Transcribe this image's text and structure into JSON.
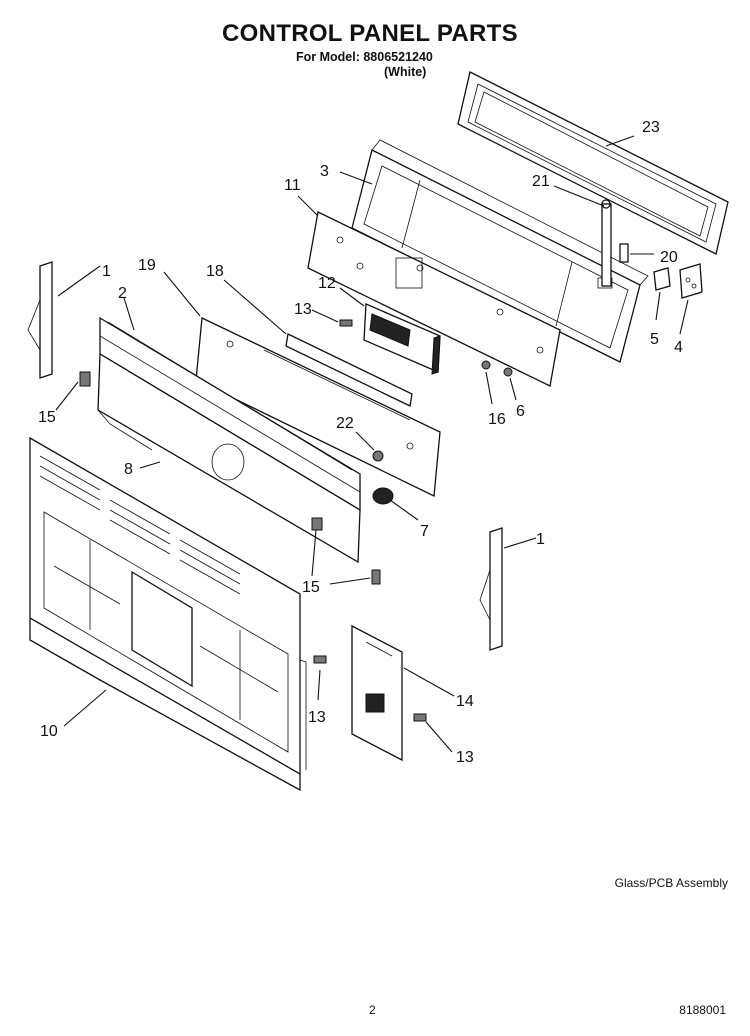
{
  "header": {
    "title": "CONTROL PANEL PARTS",
    "model_line": "For Model: 8806521240",
    "variant": "(White)"
  },
  "callouts": {
    "c1": "1",
    "c2": "2",
    "c3": "3",
    "c4": "4",
    "c5": "5",
    "c6": "6",
    "c7": "7",
    "c8": "8",
    "c10": "10",
    "c11": "11",
    "c12": "12",
    "c13": "13",
    "c14": "14",
    "c15": "15",
    "c16": "16",
    "c18": "18",
    "c19": "19",
    "c20": "20",
    "c21": "21",
    "c22": "22",
    "c23": "23"
  },
  "footer": {
    "caption": "Glass/PCB Assembly",
    "page_number": "2",
    "document_number": "8188001"
  }
}
